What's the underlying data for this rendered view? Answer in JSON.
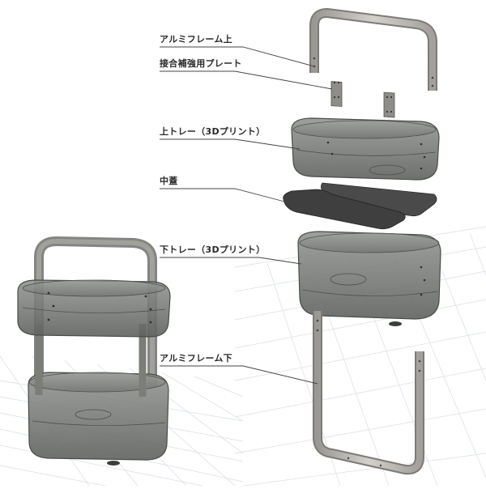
{
  "parts": [
    {
      "id": "frame-top",
      "label": "アルミフレーム上"
    },
    {
      "id": "joint-plate",
      "label": "接合補強用プレート"
    },
    {
      "id": "upper-tray",
      "label": "上トレー（3Dプリント）"
    },
    {
      "id": "middle-lid",
      "label": "中蓋"
    },
    {
      "id": "lower-tray",
      "label": "下トレー（3Dプリント）"
    },
    {
      "id": "frame-bottom",
      "label": "アルミフレーム下"
    }
  ],
  "colors": {
    "background": "#ffffff",
    "grid": "#d9dde6",
    "tray_body": "#7a7d7a",
    "tray_dark": "#555855",
    "frame_metal": "#b9b6b0",
    "lid": "#3f3f3f",
    "leader_line": "#444444",
    "label_text": "#2a2a2a"
  }
}
